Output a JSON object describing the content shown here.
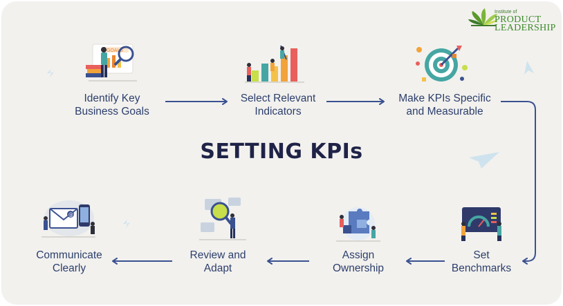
{
  "title": "SETTING KPIs",
  "logo": {
    "line1": "Institute of",
    "line2": "PRODUCT",
    "line3": "LEADERSHIP",
    "color": "#3d8a2a"
  },
  "colors": {
    "title": "#1f2347",
    "label": "#2c3e6b",
    "arrow": "#3a5190",
    "background": "#f2f1ee"
  },
  "steps": [
    {
      "line1": "Identify Key",
      "line2": "Business Goals",
      "icon": "goal-magnifier-icon"
    },
    {
      "line1": "Select Relevant",
      "line2": "Indicators",
      "icon": "bar-chart-people-icon"
    },
    {
      "line1": "Make KPIs Specific",
      "line2": "and Measurable",
      "icon": "target-dart-icon"
    },
    {
      "line1": "Set",
      "line2": "Benchmarks",
      "icon": "dashboard-gauge-icon"
    },
    {
      "line1": "Assign",
      "line2": "Ownership",
      "icon": "puzzle-team-icon"
    },
    {
      "line1": "Review and",
      "line2": "Adapt",
      "icon": "magnifier-review-icon"
    },
    {
      "line1": "Communicate",
      "line2": "Clearly",
      "icon": "email-communication-icon"
    }
  ]
}
